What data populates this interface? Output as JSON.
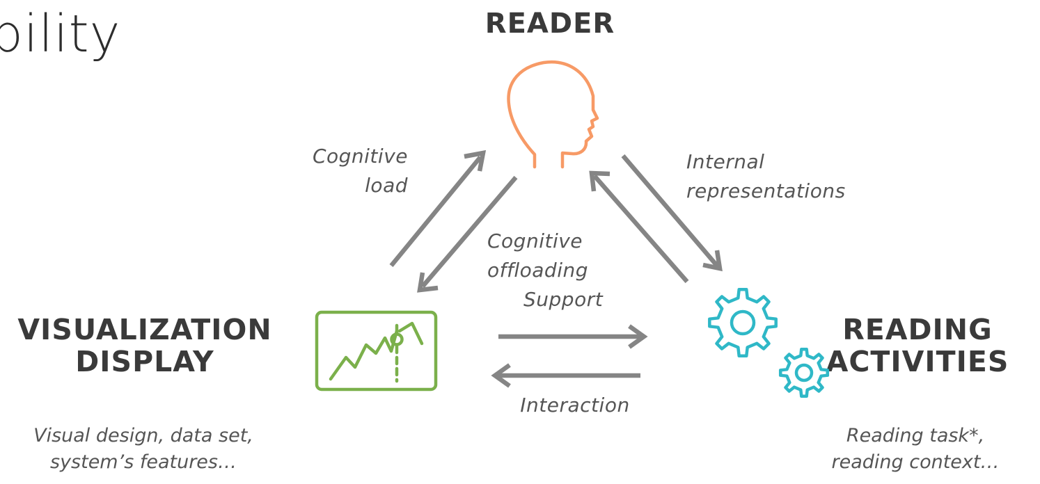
{
  "title_fragment": "bility",
  "nodes": {
    "reader": {
      "heading": "READER",
      "color": "#F79A66",
      "icon": "head-icon"
    },
    "visualization": {
      "heading_line1": "VISUALIZATION",
      "heading_line2": "DISPLAY",
      "description_line1": "Visual design, data set,",
      "description_line2": "system’s features…",
      "color": "#7BB04B",
      "icon": "line-chart-icon"
    },
    "reading_activities": {
      "heading_line1": "READING",
      "heading_line2": "ACTIVITIES",
      "description_line1": "Reading task*,",
      "description_line2": "reading context…",
      "color": "#2FB8C7",
      "icon": "gears-icon"
    }
  },
  "relations": {
    "cognitive_load": {
      "line1": "Cognitive",
      "line2": "load"
    },
    "internal_representations": {
      "line1": "Internal",
      "line2": "representations"
    },
    "cognitive_offloading_support": {
      "line1": "Cognitive",
      "line2": "offloading",
      "line3": "Support"
    },
    "interaction": "Interaction"
  },
  "colors": {
    "arrow": "#858585",
    "heading": "#3a3a3a",
    "label": "#555555"
  }
}
